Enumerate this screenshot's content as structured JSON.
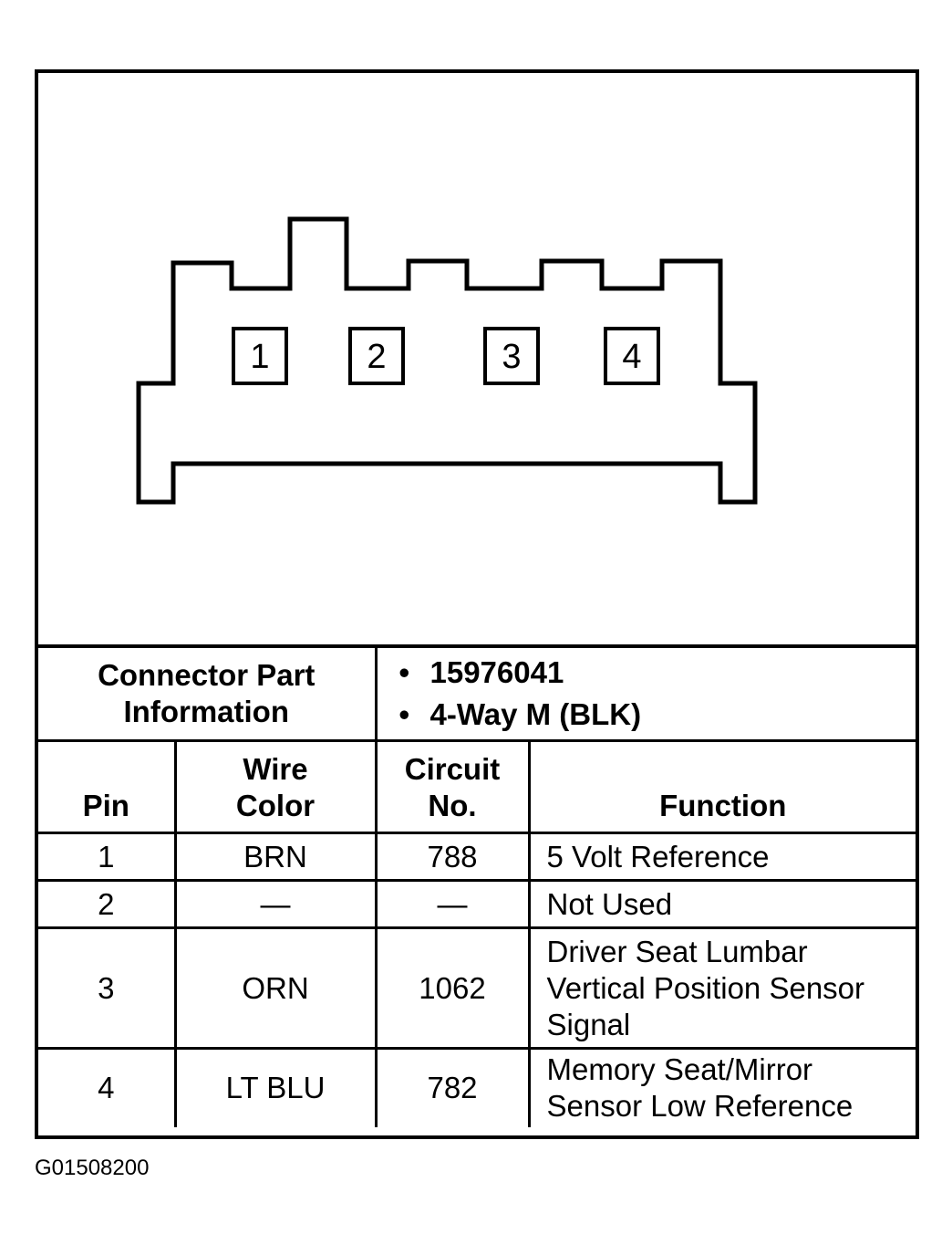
{
  "connector": {
    "pins": [
      "1",
      "2",
      "3",
      "4"
    ]
  },
  "info": {
    "label": "Connector Part Information",
    "values": [
      "15976041",
      "4-Way M (BLK)"
    ]
  },
  "table": {
    "headers": {
      "pin": "Pin",
      "wire_color": "Wire Color",
      "circuit": "Circuit No.",
      "function": "Function"
    },
    "rows": [
      {
        "pin": "1",
        "wire_color": "BRN",
        "circuit": "788",
        "function": "5 Volt Reference"
      },
      {
        "pin": "2",
        "wire_color": "—",
        "circuit": "—",
        "function": "Not Used"
      },
      {
        "pin": "3",
        "wire_color": "ORN",
        "circuit": "1062",
        "function": "Driver Seat Lumbar Vertical Position Sensor Signal"
      },
      {
        "pin": "4",
        "wire_color": "LT BLU",
        "circuit": "782",
        "function": "Memory Seat/Mirror Sensor Low Reference"
      }
    ]
  },
  "doc_id": "G01508200"
}
